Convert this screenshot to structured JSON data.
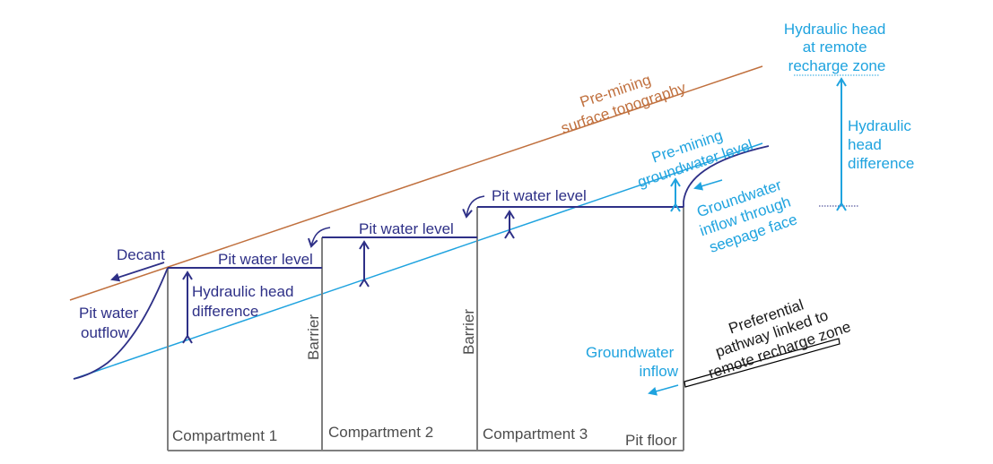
{
  "colors": {
    "topography": "#c0703e",
    "groundwater": "#1fa3df",
    "pit_water": "#2e3087",
    "structure": "#7f7f7f",
    "label_gray": "#4d4d4d"
  },
  "labels": {
    "decant": "Decant",
    "pit_water_outflow_1": "Pit water",
    "pit_water_outflow_2": "outflow",
    "pit_water_level_1": "Pit water level",
    "pit_water_level_2": "Pit water level",
    "pit_water_level_3": "Pit water level",
    "hhd_local_1": "Hydraulic head",
    "hhd_local_2": "difference",
    "barrier_1": "Barrier",
    "barrier_2": "Barrier",
    "compartment_1": "Compartment 1",
    "compartment_2": "Compartment 2",
    "compartment_3": "Compartment 3",
    "pit_floor": "Pit floor",
    "topo_1": "Pre-mining",
    "topo_2": "surface topography",
    "gw_1": "Pre-mining",
    "gw_2": "groundwater level",
    "remote_head_1": "Hydraulic head",
    "remote_head_2": "at remote",
    "remote_head_3": "recharge zone",
    "remote_diff_1": "Hydraulic",
    "remote_diff_2": "head",
    "remote_diff_3": "difference",
    "seepage_1": "Groundwater",
    "seepage_2": "inflow through",
    "seepage_3": "seepage face",
    "gw_inflow_1": "Groundwater",
    "gw_inflow_2": "inflow",
    "pref_1": "Preferential",
    "pref_2": "pathway linked to",
    "pref_3": "remote recharge zone"
  }
}
